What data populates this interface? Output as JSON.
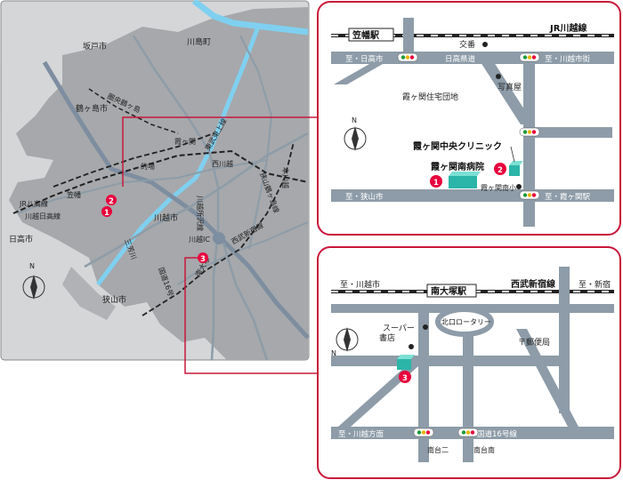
{
  "overview_map": {
    "cities": [
      "坂戸市",
      "川島町",
      "鶴ヶ島市",
      "日高市",
      "川越市",
      "狭山市"
    ],
    "places": [
      "霞ヶ関",
      "西川越",
      "的場",
      "笠幡",
      "川越IC"
    ],
    "roads": [
      "JR八高線",
      "川越日高線",
      "東武東上線",
      "圏央鶴ヶ島",
      "本川越",
      "川越所沢線",
      "狭山鶴ヶ島線",
      "南大塚",
      "西武新宿線",
      "国道16号",
      "三芳川"
    ],
    "markers": [
      "2",
      "1",
      "3"
    ]
  },
  "inset1": {
    "station": "笠幡駅",
    "line": "JR川越線",
    "landmarks": [
      "交番",
      "写真屋",
      "霞ヶ関住宅団地",
      "霞ヶ関中央クリニック",
      "霞ヶ関南病院",
      "霞ヶ関南小"
    ],
    "roads": [
      "至・日高市",
      "日高県道",
      "至・川越市街",
      "至・狭山市",
      "至・霞ヶ関駅"
    ],
    "markers": [
      "1",
      "2"
    ],
    "north": "N"
  },
  "inset2": {
    "station": "南大塚駅",
    "line": "西武新宿線",
    "landmarks": [
      "北口ロータリー",
      "スーパー",
      "書店",
      "〒郵便局",
      "南台二",
      "南台南"
    ],
    "roads": [
      "至・川越市",
      "至・新宿",
      "至・川越方面",
      "国道16号線"
    ],
    "markers": [
      "3"
    ],
    "north": "N"
  },
  "colors": {
    "frame": "#c8173a",
    "land": "#a6a8ab",
    "background": "#d4d6d8",
    "road": "#8d9ca8",
    "river": "#7fd0f0",
    "marker": "#e8003c",
    "building": "#2bb5a8"
  }
}
